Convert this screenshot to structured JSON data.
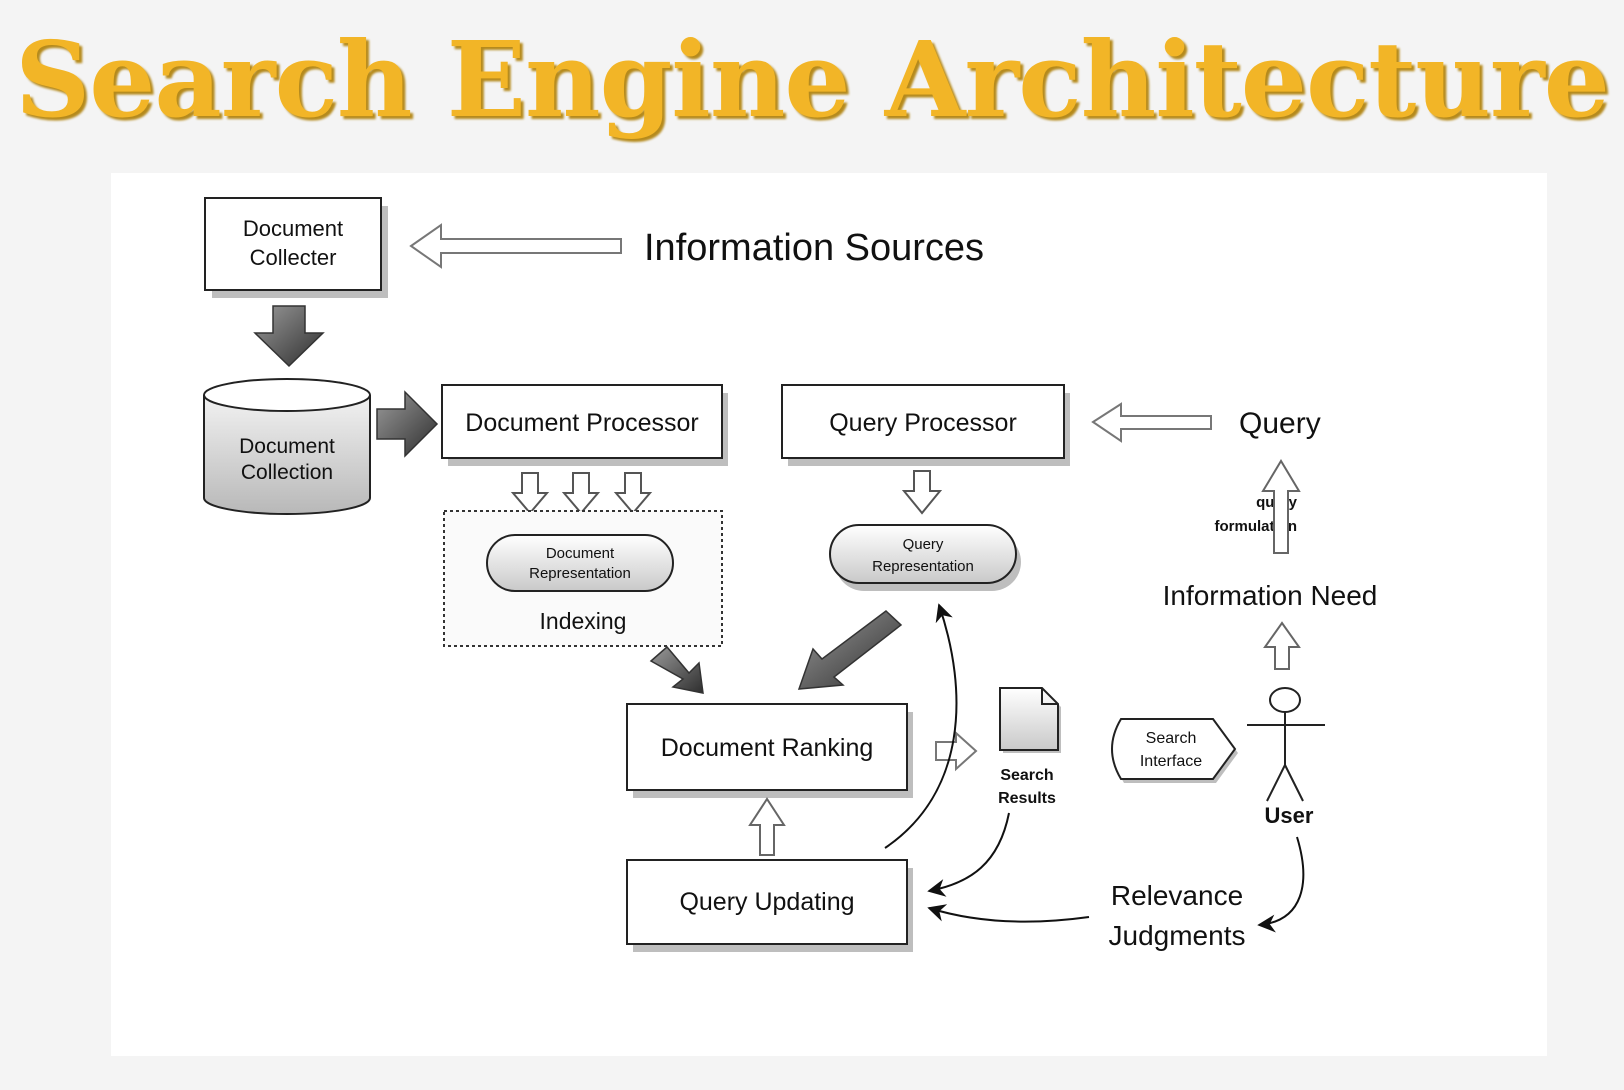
{
  "title": "Search Engine Architecture",
  "nodes": {
    "document_collecter": [
      "Document",
      "Collecter"
    ],
    "information_sources": "Information Sources",
    "document_collection": [
      "Document",
      "Collection"
    ],
    "document_processor": "Document Processor",
    "query_processor": "Query Processor",
    "query": "Query",
    "document_representation": [
      "Document",
      "Representation"
    ],
    "indexing": "Indexing",
    "query_representation": [
      "Query",
      "Representation"
    ],
    "query_formulation": [
      "query",
      "formulation"
    ],
    "information_need": "Information Need",
    "document_ranking": "Document Ranking",
    "search_results": [
      "Search",
      "Results"
    ],
    "search_interface": [
      "Search",
      "Interface"
    ],
    "user": "User",
    "query_updating": "Query Updating",
    "relevance_judgments": [
      "Relevance",
      "Judgments"
    ]
  },
  "colors": {
    "title": "#f2b527",
    "box_stroke": "#222222",
    "arrow_dark": "#4a4a4a",
    "arrow_hollow": "#ffffff"
  }
}
